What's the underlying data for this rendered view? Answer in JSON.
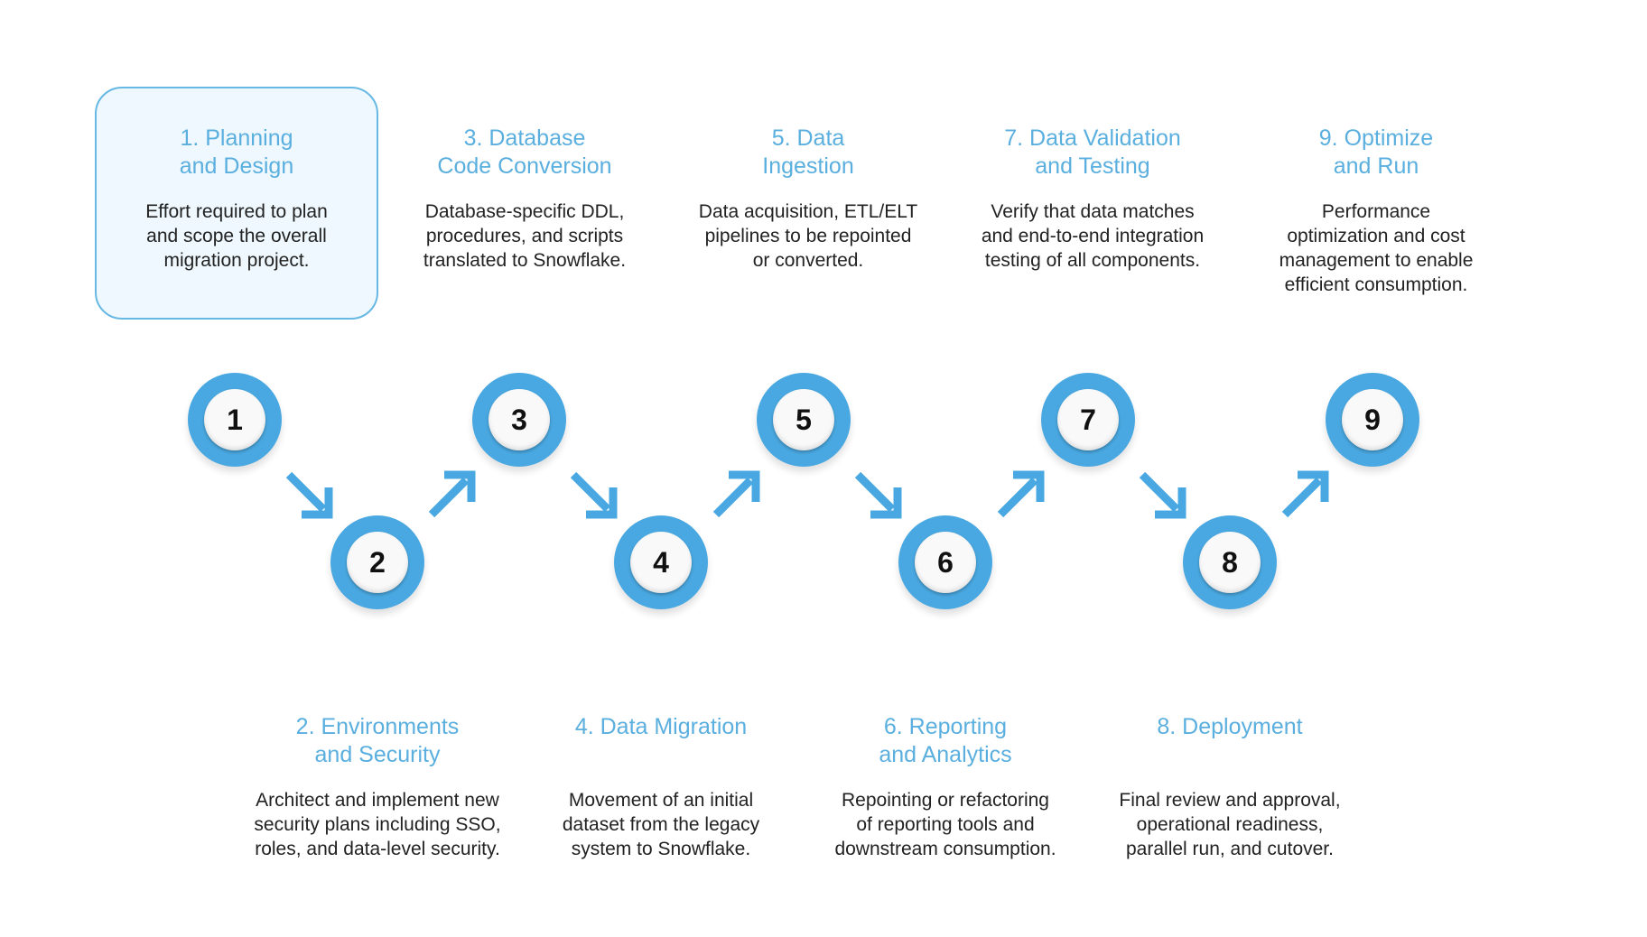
{
  "steps": [
    {
      "number": "1",
      "title_lines": [
        "1. Planning",
        "and Design"
      ],
      "desc_lines": [
        "Effort required to plan",
        "and scope the overall",
        "migration project."
      ]
    },
    {
      "number": "2",
      "title_lines": [
        "2. Environments",
        "and Security"
      ],
      "desc_lines": [
        "Architect and implement new",
        "security plans including SSO,",
        "roles, and data-level security."
      ]
    },
    {
      "number": "3",
      "title_lines": [
        "3. Database",
        "Code Conversion"
      ],
      "desc_lines": [
        "Database-specific DDL,",
        "procedures, and scripts",
        "translated to Snowflake."
      ]
    },
    {
      "number": "4",
      "title_lines": [
        "4. Data Migration"
      ],
      "desc_lines": [
        "Movement of an initial",
        "dataset from the legacy",
        "system to Snowflake."
      ]
    },
    {
      "number": "5",
      "title_lines": [
        "5. Data",
        "Ingestion"
      ],
      "desc_lines": [
        "Data acquisition, ETL/ELT",
        "pipelines to be repointed",
        "or converted."
      ]
    },
    {
      "number": "6",
      "title_lines": [
        "6. Reporting",
        "and Analytics"
      ],
      "desc_lines": [
        "Repointing or refactoring",
        "of reporting tools and",
        "downstream consumption."
      ]
    },
    {
      "number": "7",
      "title_lines": [
        "7. Data Validation",
        "and Testing"
      ],
      "desc_lines": [
        "Verify that data matches",
        "and end-to-end integration",
        "testing of all components."
      ]
    },
    {
      "number": "8",
      "title_lines": [
        "8. Deployment"
      ],
      "desc_lines": [
        "Final review and approval,",
        "operational readiness,",
        "parallel run, and cutover."
      ]
    },
    {
      "number": "9",
      "title_lines": [
        "9. Optimize",
        "and Run"
      ],
      "desc_lines": [
        "Performance",
        "optimization and cost",
        "management to enable",
        "efficient consumption."
      ]
    }
  ],
  "highlighted_step": "1",
  "colors": {
    "accent": "#49a8e1",
    "title": "#5aafdf",
    "text": "#222222",
    "highlight_bg": "#eef8fe",
    "highlight_border": "#68b8e4"
  }
}
